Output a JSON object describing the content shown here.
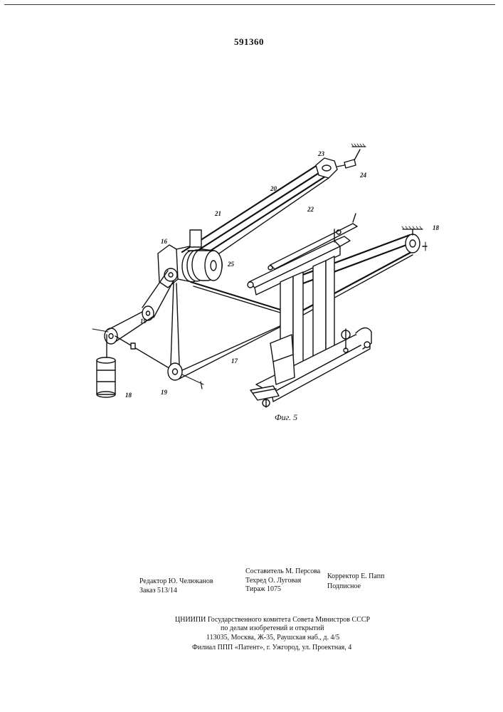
{
  "document": {
    "patent_number": "591360",
    "figure_caption": "Фиг. 5",
    "figure_labels": {
      "l16": "16",
      "l19_left": "19",
      "l19_bottom": "19",
      "l17": "17",
      "l18": "18",
      "l20": "20",
      "l21": "21",
      "l22": "22",
      "l23": "23",
      "l24": "24",
      "l25": "25"
    }
  },
  "imprint": {
    "compiler": "Составитель М. Персова",
    "editor": "Редактор Ю. Челюканов",
    "techred": "Техред О. Луговая",
    "corrector": "Корректор Е. Папп",
    "order": "Заказ 513/14",
    "circulation": "Тираж 1075",
    "subscription": "Подписное",
    "org_line1": "ЦНИИПИ Государственного комитета Совета Министров СССР",
    "org_line2": "по делам изобретений и открытий",
    "org_line3": "113035, Москва, Ж-35, Раушская наб., д. 4/5",
    "branch": "Филиал ППП «Патент», г. Ужгород, ул. Проектная, 4"
  }
}
